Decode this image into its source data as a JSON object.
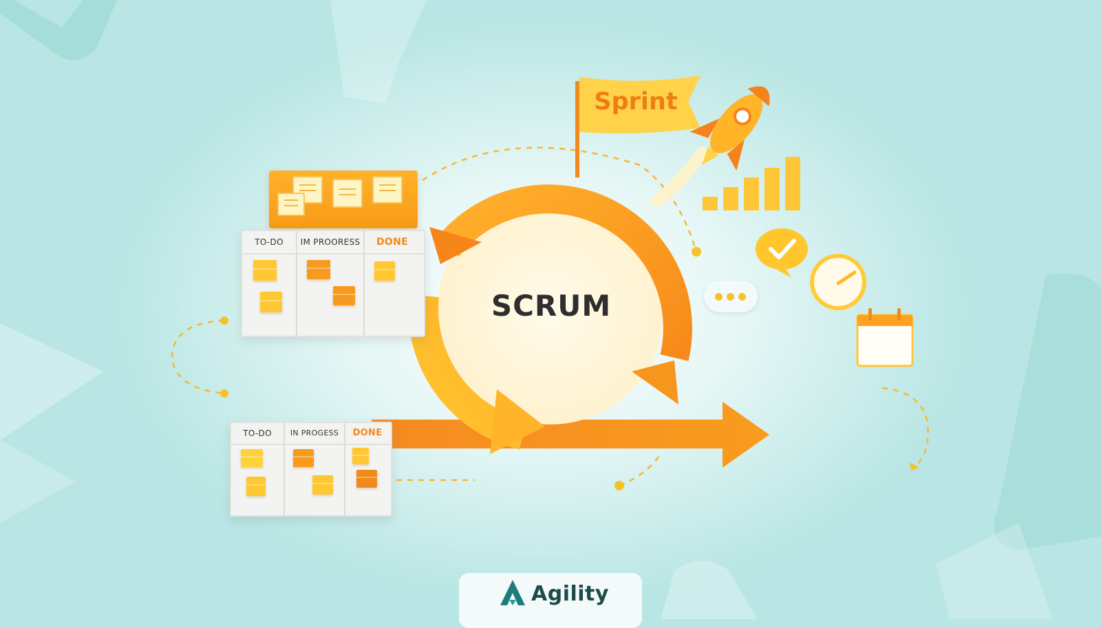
{
  "diagram": {
    "center_label": "SCRUM",
    "flag_label": "Sprint"
  },
  "boards": [
    {
      "columns": [
        {
          "label": "TO-DO"
        },
        {
          "label": "IM PROORESS"
        },
        {
          "label": "DONE"
        }
      ]
    },
    {
      "columns": [
        {
          "label": "TO-DO"
        },
        {
          "label": "IN PROGESS"
        },
        {
          "label": "DONE"
        }
      ]
    }
  ],
  "brand": {
    "name": "Agility"
  },
  "icons": [
    "rocket-icon",
    "bar-chart-icon",
    "check-bubble-icon",
    "clock-icon",
    "calendar-icon",
    "chat-dots-icon",
    "agility-logo-icon"
  ],
  "colors": {
    "orange": "#f7941d",
    "amber": "#ffb52e",
    "yellow": "#ffd43b",
    "text_dark": "#2e2e2e",
    "teal_bg": "#b9e6e4",
    "brand_teal": "#1e7d7a"
  }
}
